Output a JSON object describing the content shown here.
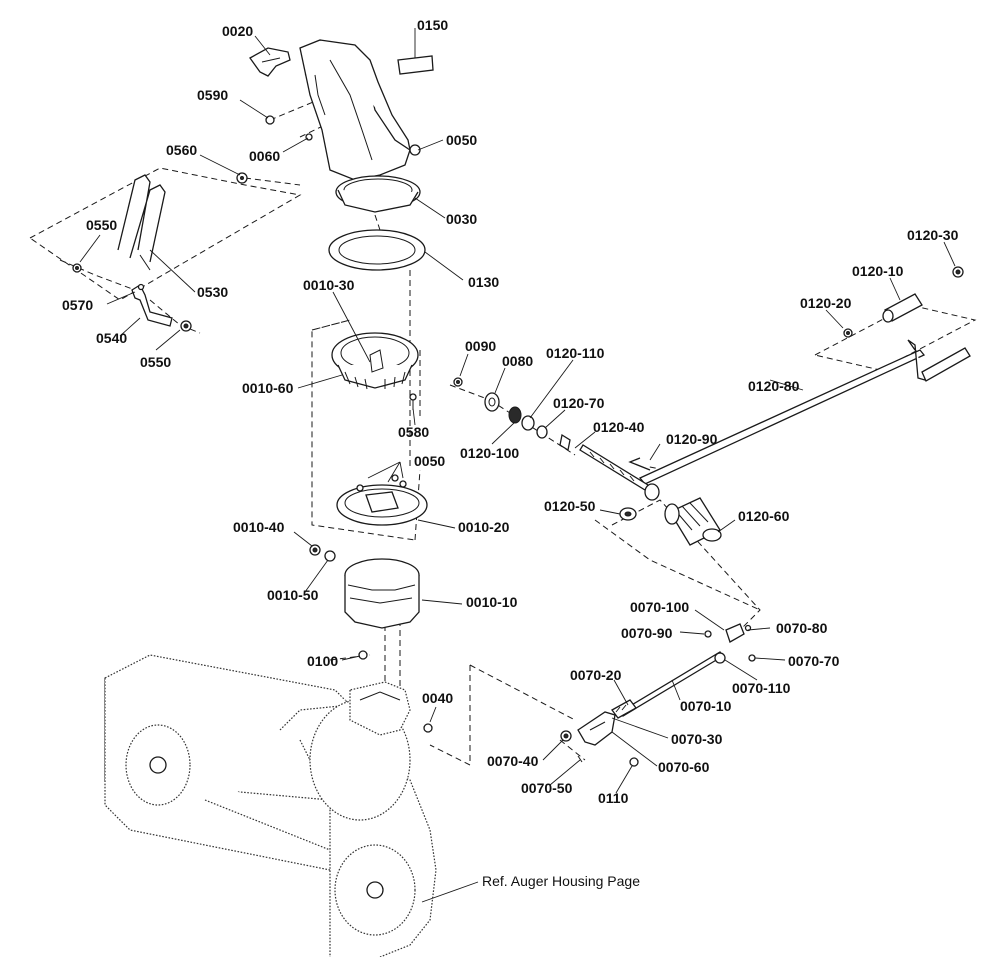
{
  "labels": {
    "p0020": "0020",
    "p0150": "0150",
    "p0590": "0590",
    "p0060": "0060",
    "p0050_top": "0050",
    "p0560": "0560",
    "p0030": "0030",
    "p0550_a": "0550",
    "p0530": "0530",
    "p0130": "0130",
    "p0570": "0570",
    "p0540": "0540",
    "p0550_b": "0550",
    "p0010_30": "0010-30",
    "p0010_60": "0010-60",
    "p0580": "0580",
    "p0090": "0090",
    "p0080": "0080",
    "p0120_110": "0120-110",
    "p0120_70": "0120-70",
    "p0120_100": "0120-100",
    "p0120_40": "0120-40",
    "p0120_90": "0120-90",
    "p0120_30": "0120-30",
    "p0120_10": "0120-10",
    "p0120_20": "0120-20",
    "p0120_80": "0120-80",
    "p0050_mid": "0050",
    "p0010_20": "0010-20",
    "p0120_50": "0120-50",
    "p0120_60": "0120-60",
    "p0010_40": "0010-40",
    "p0010_50": "0010-50",
    "p0010_10": "0010-10",
    "p0070_100": "0070-100",
    "p0070_80": "0070-80",
    "p0070_90": "0070-90",
    "p0070_70": "0070-70",
    "p0100": "0100",
    "p0070_110": "0070-110",
    "p0070_20": "0070-20",
    "p0040": "0040",
    "p0070_10": "0070-10",
    "p0070_30": "0070-30",
    "p0070_40": "0070-40",
    "p0070_60": "0070-60",
    "p0070_50": "0070-50",
    "p0110": "0110"
  },
  "reference_note": "Ref. Auger Housing Page"
}
